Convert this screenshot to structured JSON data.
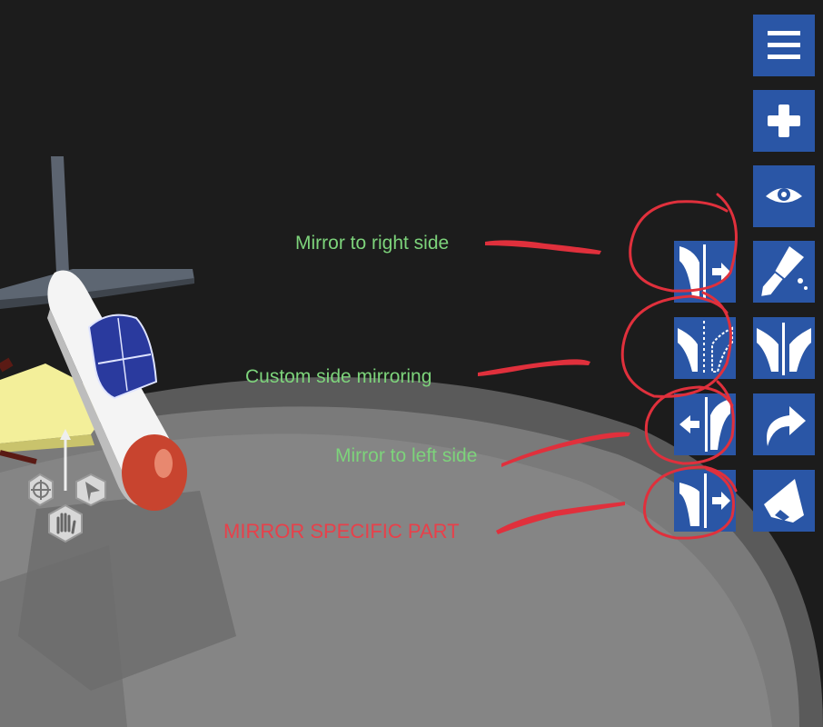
{
  "toolbar": {
    "accent": "#2a56a6",
    "buttons": [
      {
        "id": "menu",
        "icon": "hamburger-menu-icon"
      },
      {
        "id": "add-part",
        "icon": "plus-icon"
      },
      {
        "id": "view",
        "icon": "eye-icon"
      },
      {
        "id": "mirror-right",
        "icon": "mirror-right-icon"
      },
      {
        "id": "paint",
        "icon": "paint-brush-icon"
      },
      {
        "id": "custom-mirror",
        "icon": "custom-mirror-icon"
      },
      {
        "id": "symmetric-mirror",
        "icon": "symmetric-mirror-icon"
      },
      {
        "id": "mirror-left",
        "icon": "mirror-left-icon"
      },
      {
        "id": "redo",
        "icon": "redo-arrow-icon"
      },
      {
        "id": "mirror-part",
        "icon": "mirror-part-icon"
      },
      {
        "id": "eraser",
        "icon": "eraser-icon"
      }
    ]
  },
  "annotations": {
    "mirror_right": "Mirror to right side",
    "custom_mirror": "Custom side mirroring",
    "mirror_left": "Mirror to left side",
    "mirror_specific": "MIRROR SPECIFIC PART",
    "label_color": "#7dd37b",
    "warning_color": "#e8404a",
    "marker_color": "#e0303c"
  },
  "gizmo": {
    "icons": [
      "move-target-icon",
      "select-cursor-icon",
      "hand-pan-icon"
    ]
  }
}
